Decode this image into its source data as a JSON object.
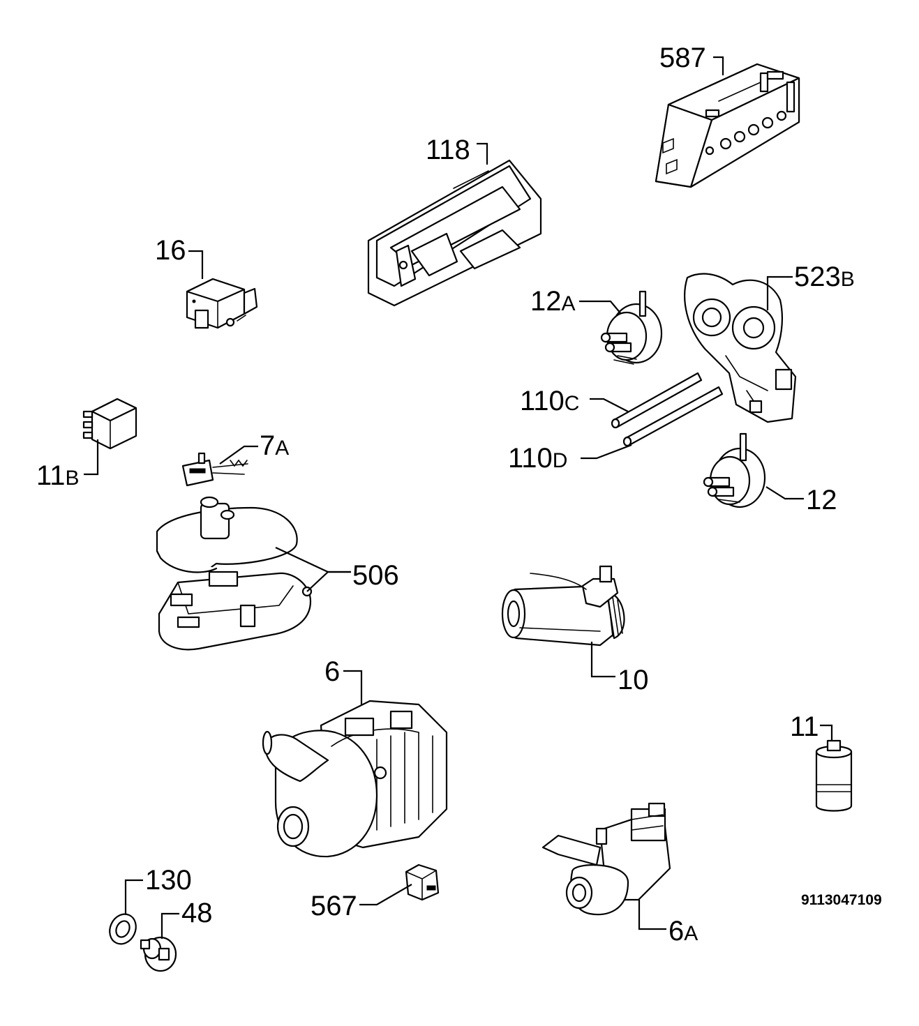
{
  "labels": {
    "p587": {
      "num": "587",
      "suffix": ""
    },
    "p118": {
      "num": "118",
      "suffix": ""
    },
    "p16": {
      "num": "16",
      "suffix": ""
    },
    "p523b": {
      "num": "523",
      "suffix": "B"
    },
    "p12a": {
      "num": "12",
      "suffix": "A"
    },
    "p110c": {
      "num": "110",
      "suffix": "C"
    },
    "p110d": {
      "num": "110",
      "suffix": "D"
    },
    "p12": {
      "num": "12",
      "suffix": ""
    },
    "p11b": {
      "num": "11",
      "suffix": "B"
    },
    "p7a": {
      "num": "7",
      "suffix": "A"
    },
    "p506": {
      "num": "506",
      "suffix": ""
    },
    "p10": {
      "num": "10",
      "suffix": ""
    },
    "p6": {
      "num": "6",
      "suffix": ""
    },
    "p11": {
      "num": "11",
      "suffix": ""
    },
    "p130": {
      "num": "130",
      "suffix": ""
    },
    "p48": {
      "num": "48",
      "suffix": ""
    },
    "p567": {
      "num": "567",
      "suffix": ""
    },
    "p6a": {
      "num": "6",
      "suffix": "A"
    }
  },
  "document_number": "9113047109"
}
